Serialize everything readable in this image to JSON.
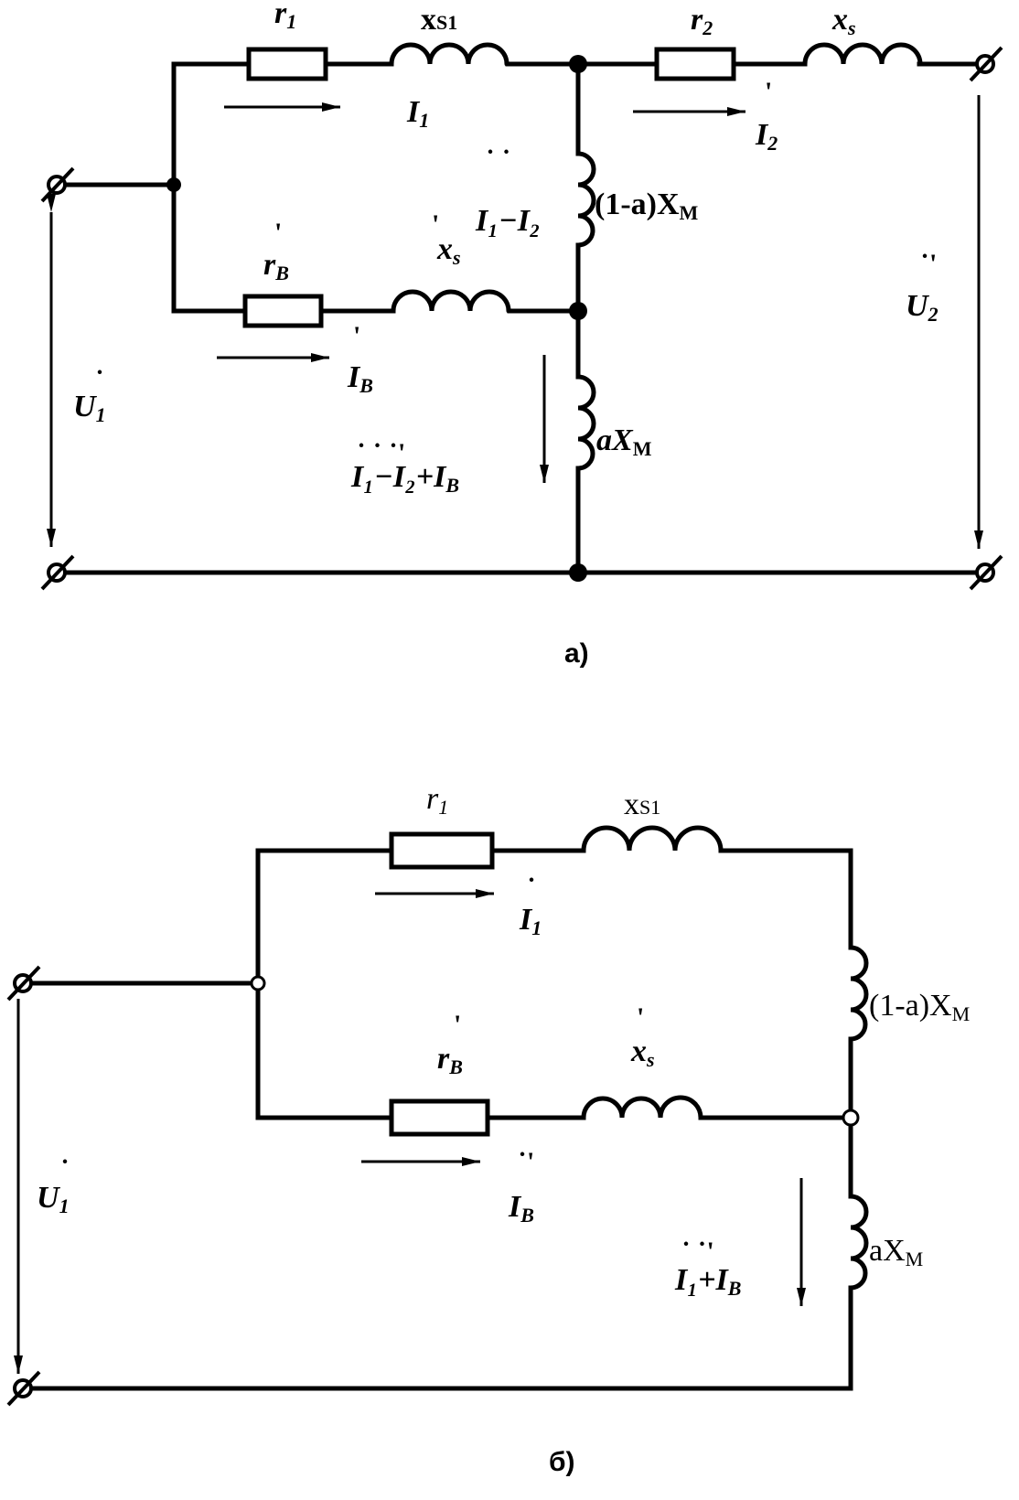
{
  "diagram_a": {
    "caption": "а)",
    "labels": {
      "r1": "r",
      "r1_sub": "1",
      "xs1": "x",
      "xs1_sub": "S1",
      "r2": "r",
      "r2_sub": "2",
      "xs2": "x",
      "xs2_sub": "s",
      "I1": "I",
      "I1_sub": "1",
      "I2p": "I",
      "I2p_sub": "2",
      "branch_current": "I₁−I₂",
      "mag_upper": "(1-a)X",
      "mag_upper_sub": "M",
      "rB": "r",
      "rB_sub": "B",
      "xsB": "x",
      "xsB_sub": "s",
      "IBp": "I",
      "IBp_sub": "B",
      "U1": "U",
      "U1_sub": "1",
      "U2p": "U",
      "U2p_sub": "2",
      "mag_lower": "aX",
      "mag_lower_sub": "M",
      "sum_current": "I₁−I₂+I",
      "sum_current_sub": "B"
    }
  },
  "diagram_b": {
    "caption": "б)",
    "labels": {
      "r1": "r",
      "r1_sub": "1",
      "xs1": "x",
      "xs1_sub": "S1",
      "I1": "I",
      "I1_sub": "1",
      "mag_upper": "(1-a)X",
      "mag_upper_sub": "M",
      "rB": "r",
      "rB_sub": "B",
      "xsB": "x",
      "xsB_sub": "s",
      "IB": "I",
      "IB_sub": "B",
      "U1": "U",
      "U1_sub": "1",
      "mag_lower": "aX",
      "mag_lower_sub": "M",
      "sum_current": "I₁+I",
      "sum_current_sub": "B"
    }
  }
}
